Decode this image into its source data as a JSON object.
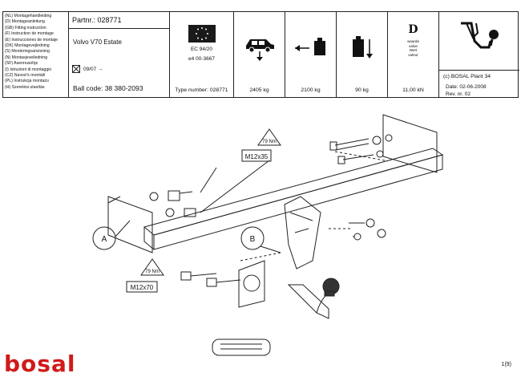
{
  "languages": [
    "(NL) Montagehandleiding",
    "(D) Montageanleitung",
    "(GB) Fitting instruction",
    "(F) Instruction de montage",
    "(E) Instrucciones de montaje",
    "(DK) Montagevejledning",
    "(S) Monteringsanvisning",
    "(N) Montasjeveiledning",
    "(SF) Asennusohje",
    "(I) Istruzioni di montaggio",
    "(CZ) Navod k montáži",
    "(PL) Instrukcja montażu",
    "(H) Szerelési utasítás"
  ],
  "part": {
    "partnr": "Partnr.: 028771",
    "vehicle": "Volvo V70 Estate",
    "date": "09/07 →",
    "ballcode": "Ball code:  38 380-2093"
  },
  "approval": {
    "ec": "EC 94/20",
    "e4": "e4    00-3667",
    "type_number": "Type number: 028771"
  },
  "weights": {
    "vehicle": "2405 kg",
    "towed": "2100 kg",
    "vertical": "90 kg",
    "dvalue": "11,00 kN"
  },
  "dvalue_box": {
    "letter": "D",
    "words": [
      "waarde",
      "value",
      "Wert",
      "valeur"
    ]
  },
  "info": {
    "copyright": "(c) BOSAL Plant 34",
    "date": "Date: 02-06-2008",
    "rev": "Rev. nr.  02"
  },
  "diagram": {
    "torque": "79 Nm",
    "bolt_top": "M12x35",
    "bolt_bottom": "M12x70",
    "label_a": "A",
    "label_b": "B"
  },
  "brand": "bosal",
  "page": "1(9)"
}
